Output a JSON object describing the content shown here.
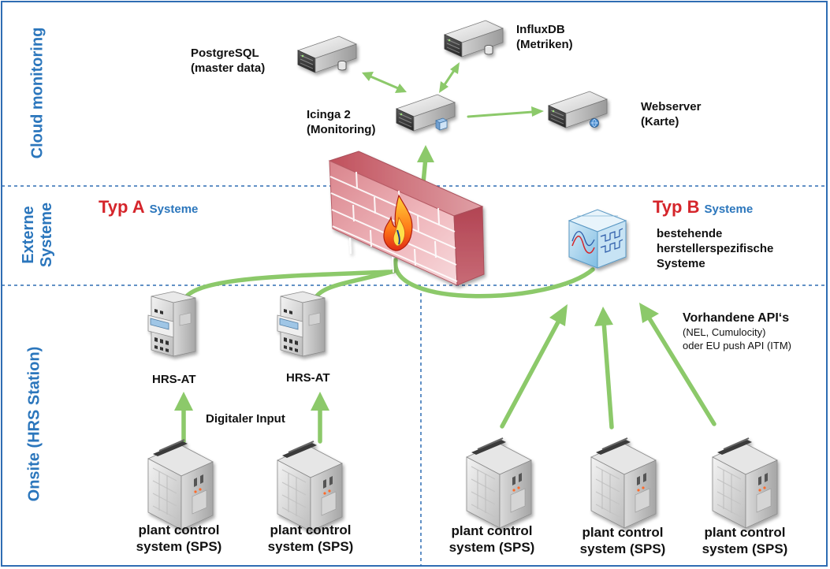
{
  "zones": {
    "cloud": "Cloud monitoring",
    "extern": "Externe Systeme",
    "onsite": "Onsite (HRS Station)"
  },
  "cloud": {
    "postgres": [
      "PostgreSQL",
      "(master data)"
    ],
    "influx": [
      "InfluxDB",
      "(Metriken)"
    ],
    "icinga": [
      "Icinga 2",
      "(Monitoring)"
    ],
    "webserver": [
      "Webserver",
      "(Karte)"
    ]
  },
  "typ_a": {
    "typ": "Typ A",
    "word": "Systeme"
  },
  "typ_b": {
    "typ": "Typ B",
    "word": "Systeme"
  },
  "typ_b_desc": [
    "bestehende",
    "herstellerspezifische",
    "Systeme"
  ],
  "api": {
    "title": "Vorhandene API‘s",
    "lines": [
      "(NEL, Cumulocity)",
      "oder EU push API (ITM)"
    ]
  },
  "hrs_at": [
    "HRS-AT",
    "HRS-AT"
  ],
  "digital_input": "Digitaler Input",
  "plc": [
    [
      "plant control",
      "system (SPS)"
    ],
    [
      "plant control",
      "system (SPS)"
    ],
    [
      "plant control",
      "system (SPS)"
    ],
    [
      "plant control",
      "system (SPS)"
    ],
    [
      "plant control",
      "system (SPS)"
    ]
  ],
  "colors": {
    "accent": "#2b76bc",
    "typ_red": "#d5252b",
    "arrow_green": "#8cc96a",
    "divider_blue": "#2f6db3"
  }
}
